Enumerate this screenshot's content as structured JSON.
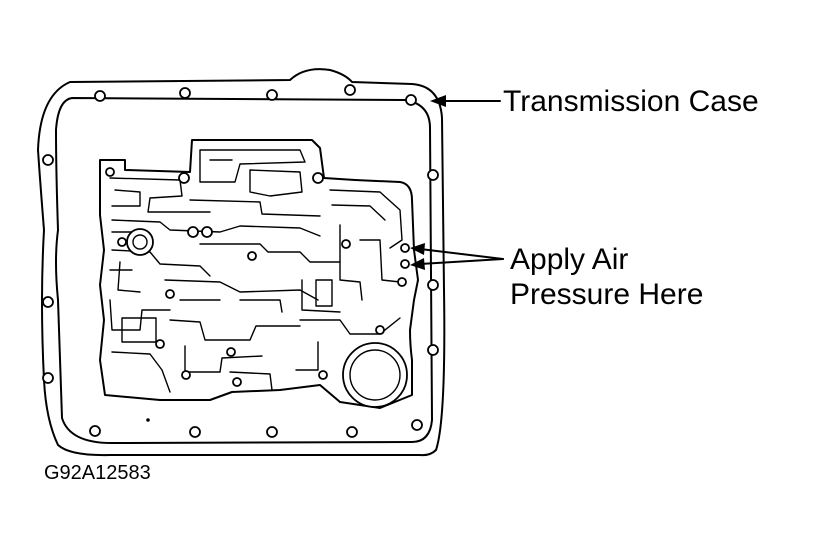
{
  "labels": {
    "transmission_case": "Transmission Case",
    "apply_air_line1": "Apply Air",
    "apply_air_line2": "Pressure Here",
    "figure_code": "G92A12583"
  }
}
